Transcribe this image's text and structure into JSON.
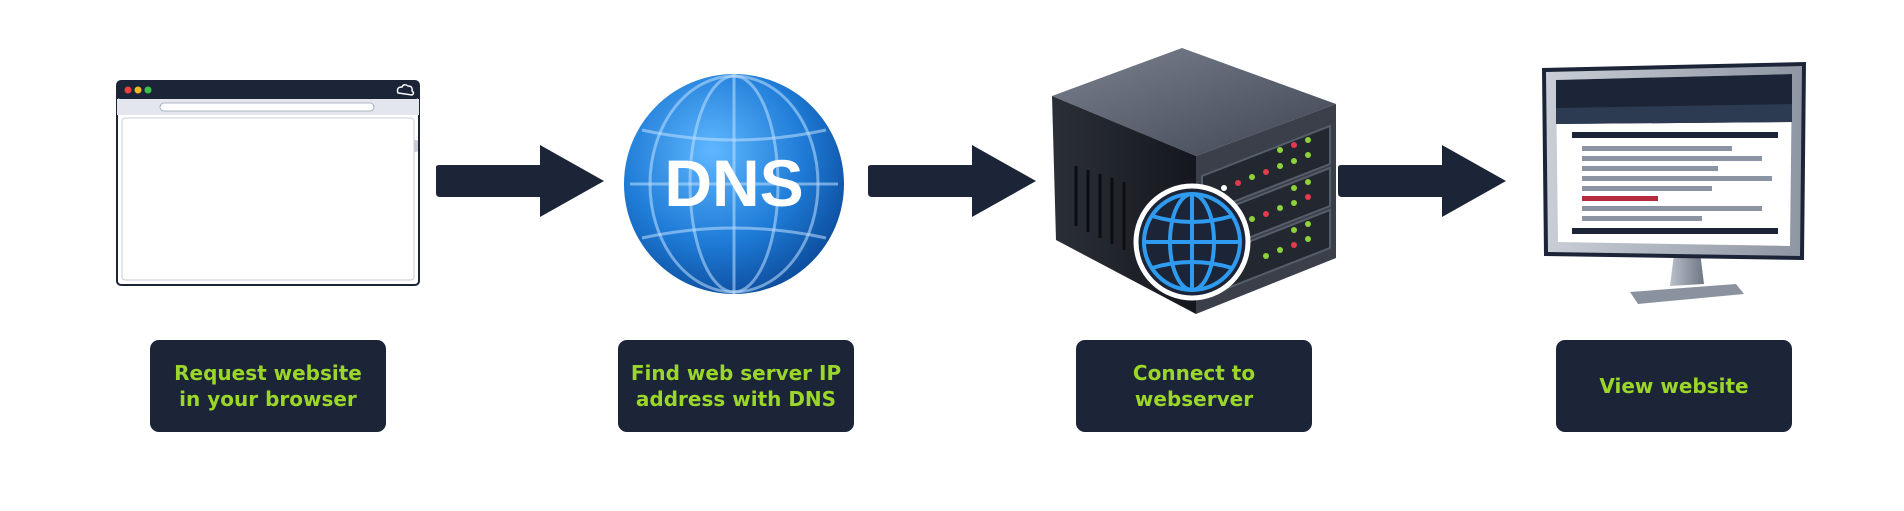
{
  "steps": [
    {
      "label": "Request website in your browser"
    },
    {
      "label": "Find web server IP address with DNS"
    },
    {
      "label": "Connect to webserver"
    },
    {
      "label": "View website"
    }
  ],
  "icons": {
    "dns_badge": "DNS"
  },
  "colors": {
    "box_bg": "#1b2537",
    "label_text": "#9bd62a",
    "arrow": "#1b2537",
    "dns_blue": "#1e7bd6",
    "browser_dot_red": "#e8423d",
    "browser_dot_yellow": "#f3b925",
    "browser_dot_green": "#3cc24a",
    "server_led_red": "#e33a4c",
    "server_led_green": "#8fd33a"
  }
}
